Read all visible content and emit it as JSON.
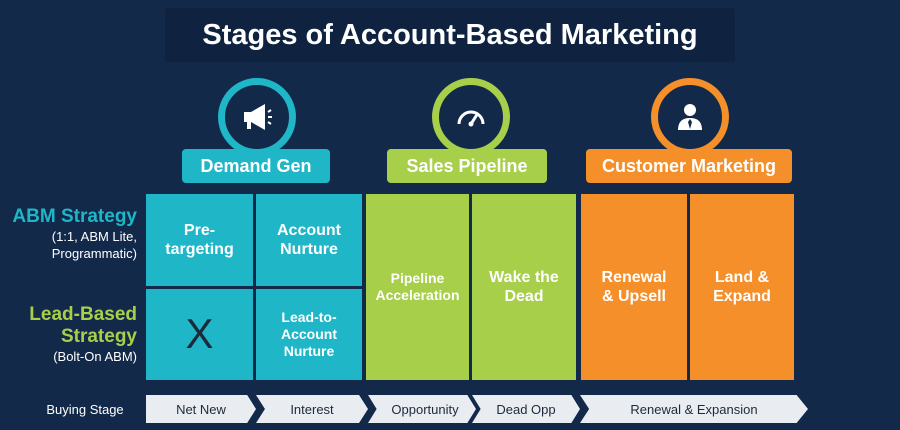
{
  "title": "Stages of Account-Based Marketing",
  "colors": {
    "background": "#13294a",
    "demand_gen": "#1fb6c8",
    "sales_pipeline": "#a7cf4a",
    "customer_marketing": "#f48f2a"
  },
  "stages": [
    {
      "label": "Demand Gen",
      "icon": "megaphone-icon"
    },
    {
      "label": "Sales Pipeline",
      "icon": "speedometer-icon"
    },
    {
      "label": "Customer Marketing",
      "icon": "person-icon"
    }
  ],
  "side": {
    "abm_title": "ABM Strategy",
    "abm_sub_1": "(1:1, ABM Lite,",
    "abm_sub_2": "Programmatic)",
    "lead_title_1": "Lead-Based",
    "lead_title_2": "Strategy",
    "lead_sub": "(Bolt-On ABM)"
  },
  "cells": {
    "pre_targeting_1": "Pre-",
    "pre_targeting_2": "targeting",
    "account_nurture_1": "Account",
    "account_nurture_2": "Nurture",
    "x_mark": "X",
    "lead_to_1": "Lead-to-",
    "lead_to_2": "Account",
    "lead_to_3": "Nurture",
    "pipeline_1": "Pipeline",
    "pipeline_2": "Acceleration",
    "wake_1": "Wake the",
    "wake_2": "Dead",
    "renewal_1": "Renewal",
    "renewal_2": "& Upsell",
    "land_1": "Land &",
    "land_2": "Expand"
  },
  "buying": {
    "label": "Buying Stage",
    "stages": [
      "Net New",
      "Interest",
      "Opportunity",
      "Dead Opp",
      "Renewal & Expansion"
    ]
  }
}
